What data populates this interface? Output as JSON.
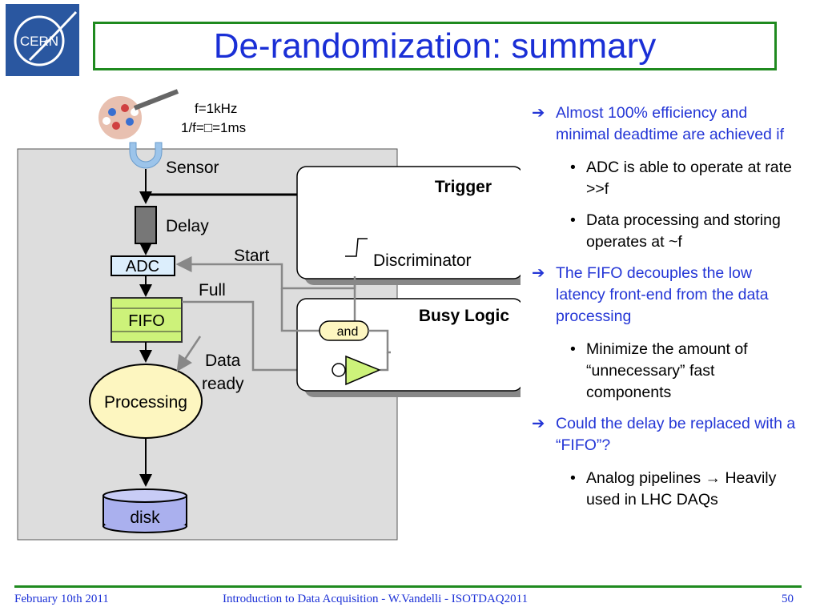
{
  "logo": {
    "text": "CERN"
  },
  "title": "De-randomization: summary",
  "diagram": {
    "freq": "f=1kHz",
    "period": "1/f=□=1ms",
    "sensor": "Sensor",
    "delay": "Delay",
    "adc": "ADC",
    "start": "Start",
    "full": "Full",
    "fifo": "FIFO",
    "data": "Data",
    "ready": "ready",
    "processing": "Processing",
    "disk": "disk",
    "trigger": "Trigger",
    "discriminator": "Discriminator",
    "busy": "Busy Logic",
    "and": "and"
  },
  "bullets": [
    {
      "text": "Almost 100% efficiency and minimal deadtime are achieved if",
      "sub": [
        "ADC is able to operate at rate >>f",
        "Data processing and storing operates at ~f"
      ]
    },
    {
      "text": "The FIFO decouples the low latency front-end from the data processing",
      "sub": [
        "Minimize the amount of “unnecessary” fast components"
      ]
    },
    {
      "text": "Could the delay be replaced with a “FIFO”?",
      "sub": [
        "Analog pipelines → Heavily used in LHC DAQs"
      ]
    }
  ],
  "footer": {
    "date": "February 10th 2011",
    "center": "Introduction to Data Acquisition - W.Vandelli - ISOTDAQ2011",
    "page": "50"
  }
}
